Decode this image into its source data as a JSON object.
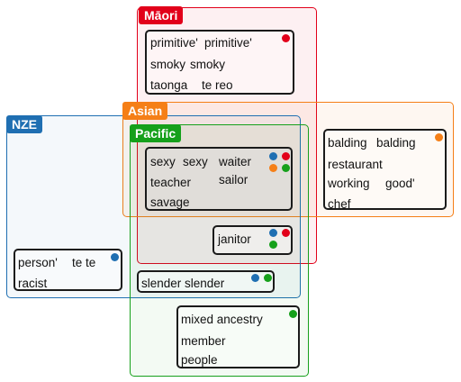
{
  "colors": {
    "maori": "#e2001a",
    "asian": "#f57f17",
    "nze": "#1f6fb2",
    "pacific": "#16a01b"
  },
  "labels": {
    "maori": "Māori",
    "asian": "Asian",
    "nze": "NZE",
    "pacific": "Pacific"
  },
  "boxes": {
    "maori_only": {
      "words": [
        "primitive'",
        "primitive'",
        "smoky",
        "smoky",
        "taonga",
        "te reo"
      ],
      "groups": [
        "maori"
      ]
    },
    "asian_only": {
      "words": [
        "balding",
        "balding",
        "restaurant",
        "working",
        "good'",
        "chef"
      ],
      "groups": [
        "asian"
      ]
    },
    "mapa": {
      "words": [
        "sexy",
        "sexy",
        "teacher",
        "savage",
        "waiter",
        "sailor"
      ],
      "groups": [
        "maori",
        "asian",
        "pacific"
      ]
    },
    "janitor": {
      "words": [
        "janitor"
      ],
      "groups": [
        "nze",
        "maori",
        "pacific"
      ]
    },
    "nze_only": {
      "words": [
        "person'",
        "te te",
        "racist"
      ],
      "groups": [
        "nze"
      ]
    },
    "nze_pacific": {
      "words": [
        "slender",
        "slender"
      ],
      "groups": [
        "nze",
        "pacific"
      ]
    },
    "pacific_only": {
      "words": [
        "mixed ancestry",
        "member",
        "people"
      ],
      "groups": [
        "pacific"
      ]
    }
  }
}
